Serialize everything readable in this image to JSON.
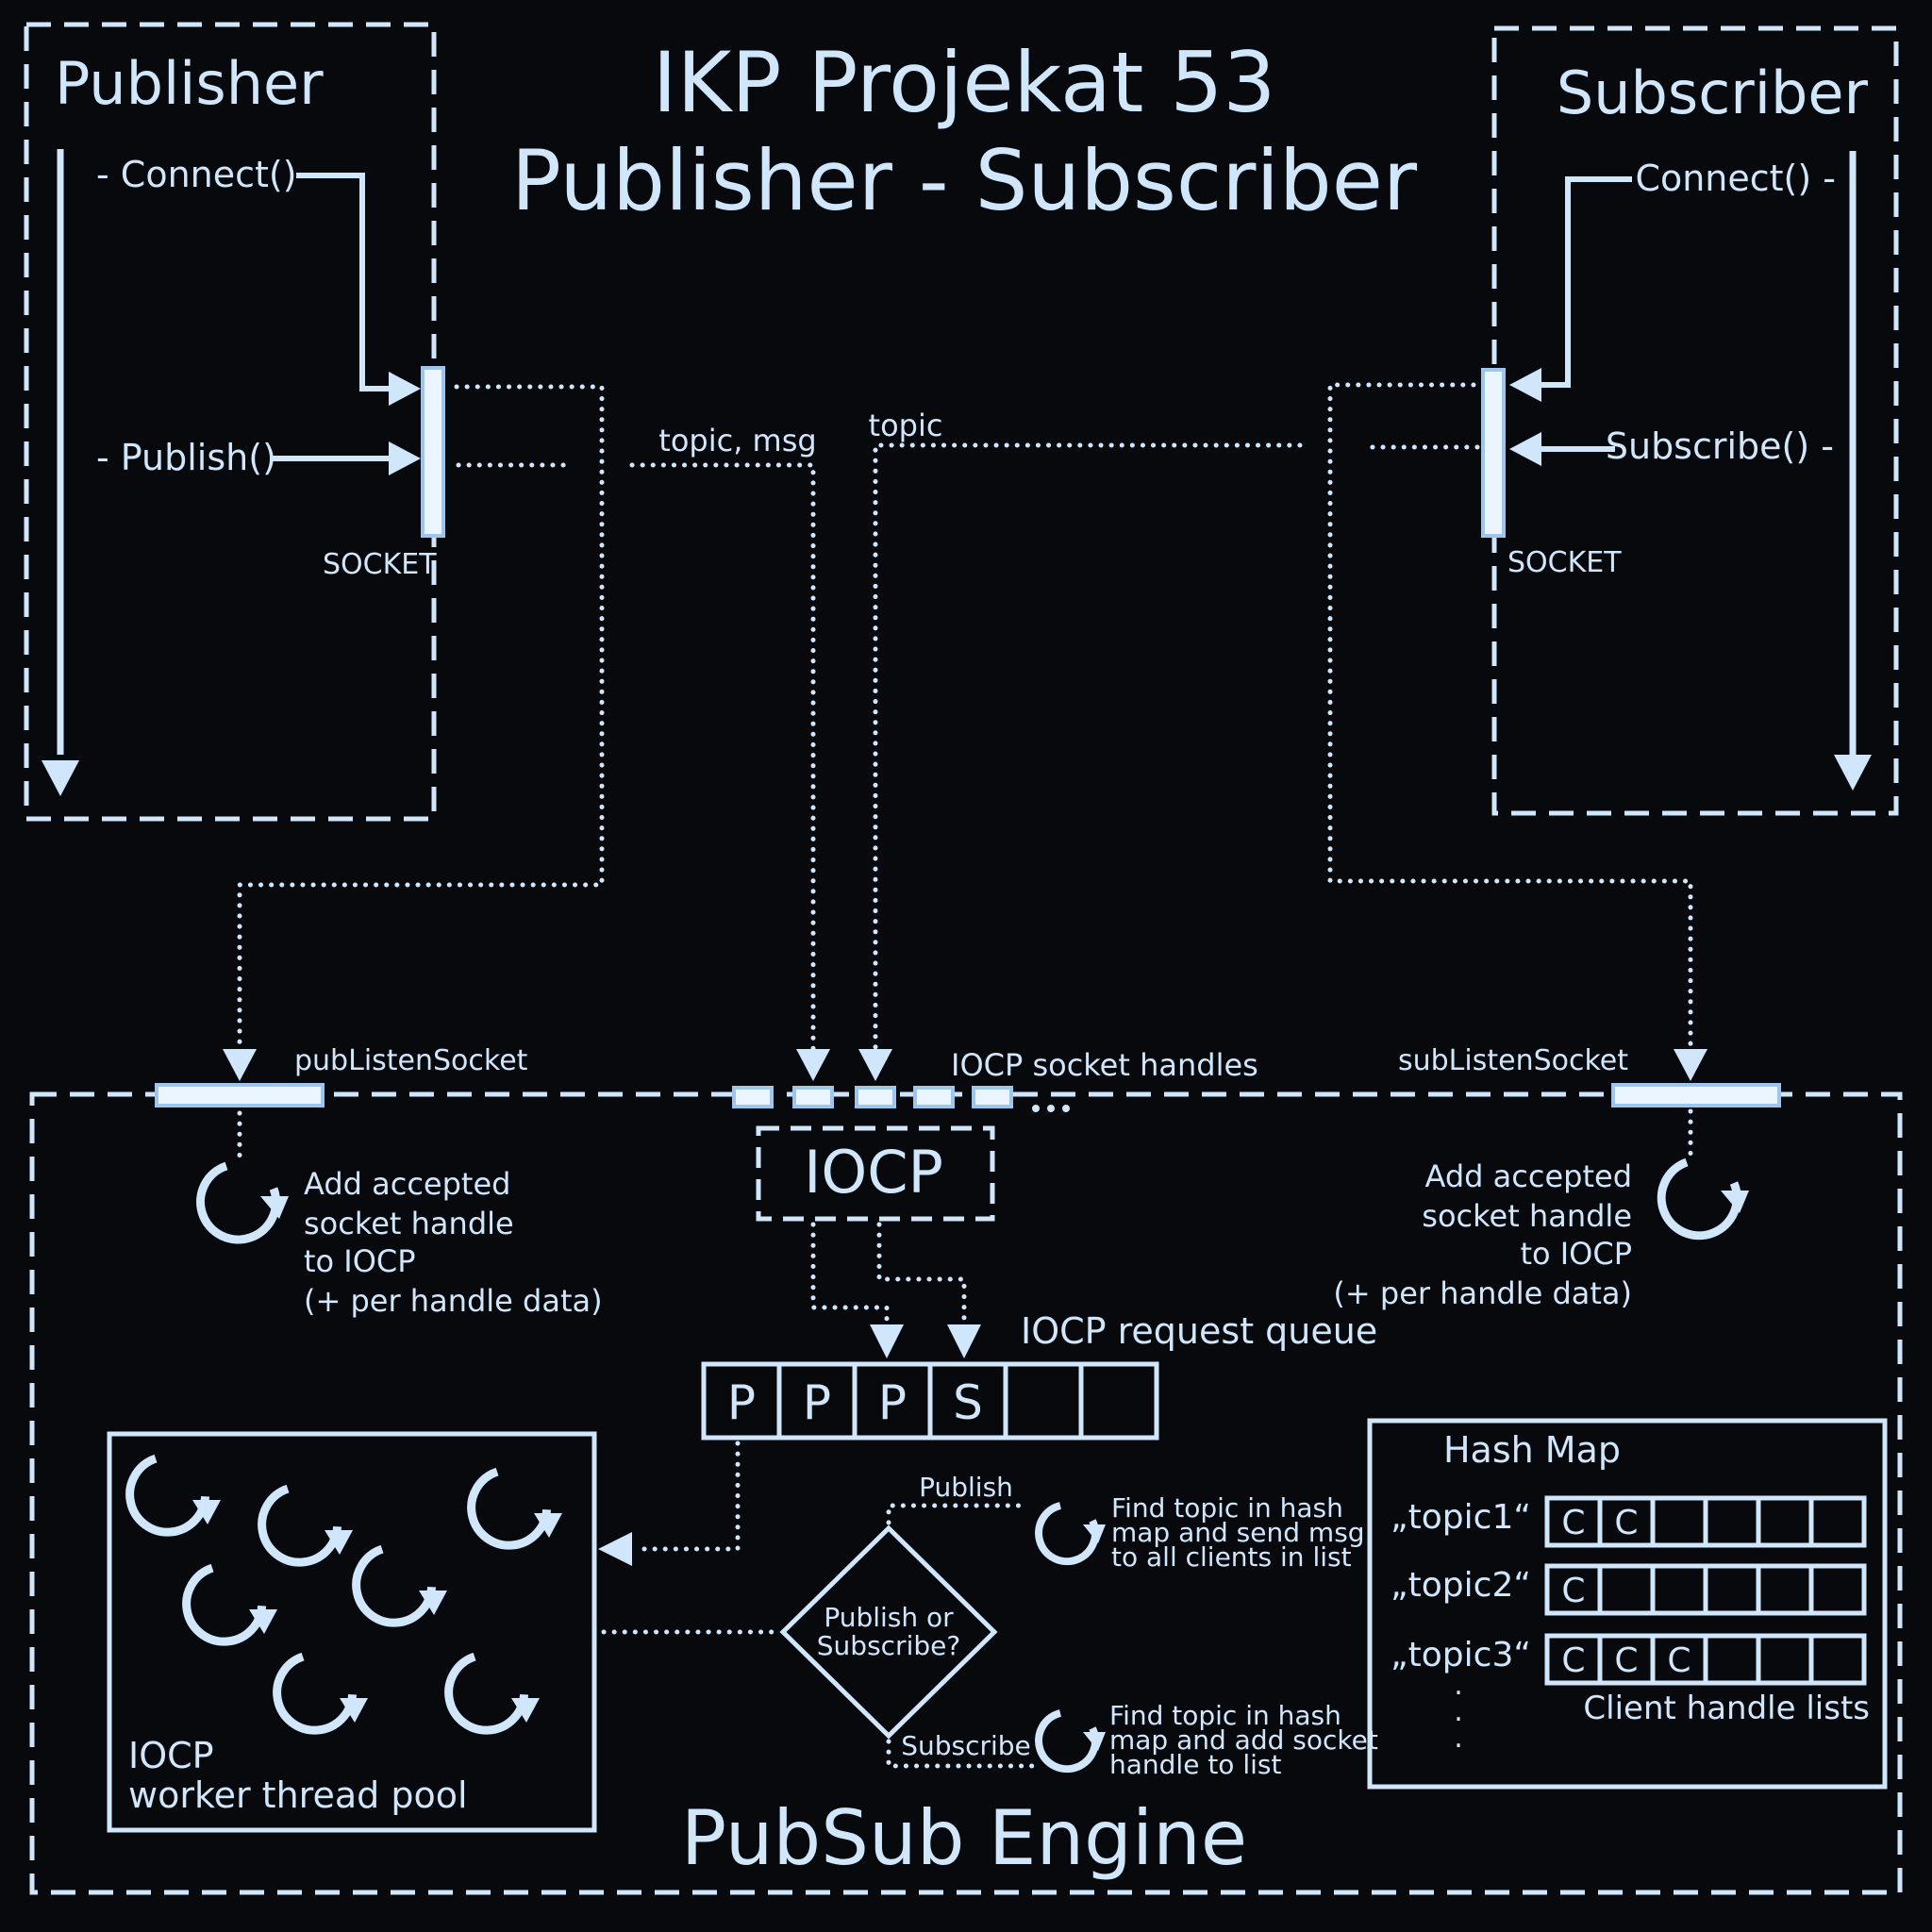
{
  "title_line1": "IKP Projekat 53",
  "title_line2": "Publisher - Subscriber",
  "publisher": {
    "label": "Publisher",
    "connect": "- Connect()",
    "publish": "- Publish()",
    "socket": "SOCKET"
  },
  "subscriber": {
    "label": "Subscriber",
    "connect": "Connect() -",
    "subscribe": "Subscribe() -",
    "socket": "SOCKET"
  },
  "edges": {
    "topic_msg": "topic, msg",
    "topic": "topic"
  },
  "engine": {
    "label": "PubSub Engine",
    "pub_listen": "pubListenSocket",
    "sub_listen": "subListenSocket",
    "iocp_handles": "IOCP socket handles",
    "iocp": "IOCP",
    "accept_left": [
      "Add  accepted",
      "socket handle",
      "to IOCP",
      "(+ per handle data)"
    ],
    "accept_right": [
      "Add accepted",
      "socket handle",
      "to IOCP",
      "(+ per handle data)"
    ],
    "queue_label": "IOCP request queue",
    "queue_cells": [
      "P",
      "P",
      "P",
      "S",
      "",
      ""
    ],
    "pool_label_1": "IOCP",
    "pool_label_2": "worker thread pool",
    "decision_1": "Publish or",
    "decision_2": "Subscribe?",
    "publish_branch": "Publish",
    "subscribe_branch": "Subscribe",
    "publish_action": [
      "Find topic in hash",
      "map and send msg",
      "to all clients in list"
    ],
    "subscribe_action": [
      "Find topic in hash",
      "map and add socket",
      "handle to list"
    ],
    "hashmap": {
      "title": "Hash Map",
      "rows": [
        {
          "key": "„topic1“",
          "cells": [
            "C",
            "C",
            "",
            "",
            "",
            ""
          ]
        },
        {
          "key": "„topic2“",
          "cells": [
            "C",
            "",
            "",
            "",
            "",
            ""
          ]
        },
        {
          "key": "„topic3“",
          "cells": [
            "C",
            "C",
            "C",
            "",
            "",
            ""
          ]
        }
      ],
      "lists_label": "Client handle lists"
    }
  },
  "colors": {
    "background": "#07090d",
    "line": "#cfe6fb"
  }
}
